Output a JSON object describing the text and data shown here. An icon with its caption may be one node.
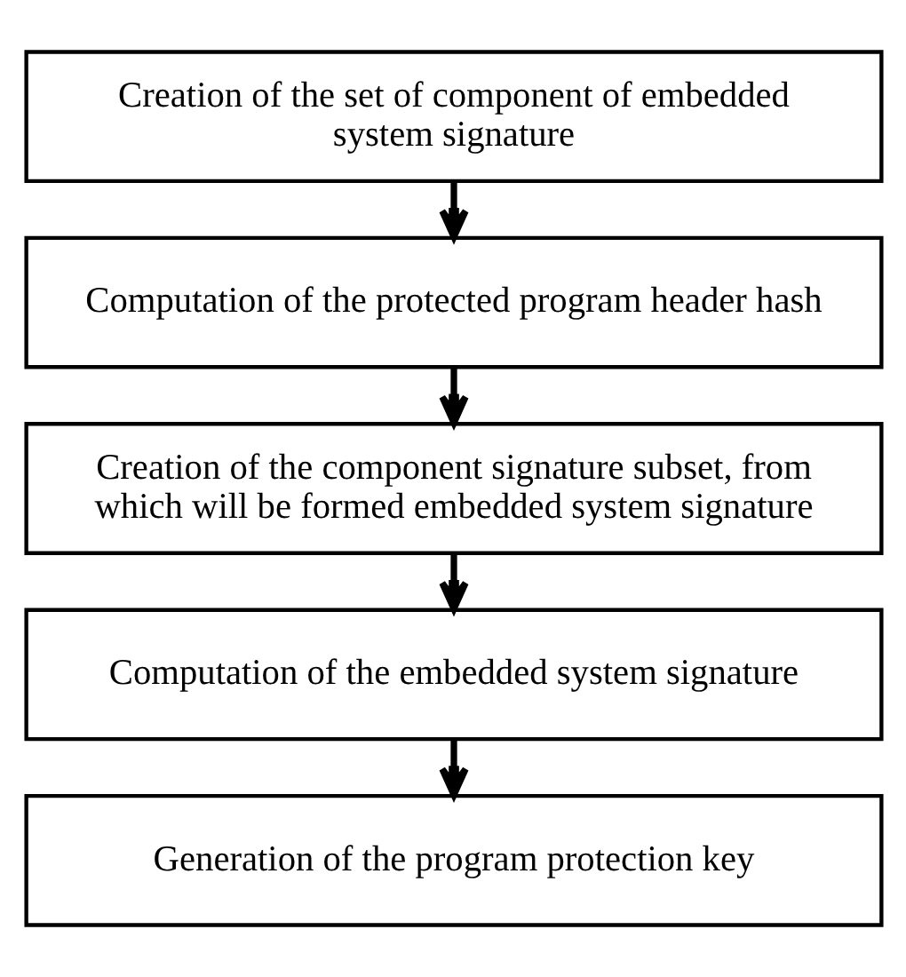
{
  "diagram": {
    "nodes": [
      {
        "text": [
          "Creation of the set of component of embedded system signature"
        ]
      },
      {
        "text": [
          "Computation of the protected program header hash"
        ]
      },
      {
        "text": [
          "Creation of the component signature subset, from which will be formed embedded system signature"
        ]
      },
      {
        "text": [
          "Computation of the embedded system signature"
        ]
      },
      {
        "text": [
          "Generation of the program protection key"
        ]
      }
    ],
    "edges": [
      {
        "from": 0,
        "to": 1,
        "arrow": "to"
      },
      {
        "from": 1,
        "to": 2,
        "arrow": "to"
      },
      {
        "from": 2,
        "to": 3,
        "arrow": "to"
      },
      {
        "from": 3,
        "to": 4,
        "arrow": "to"
      }
    ]
  }
}
